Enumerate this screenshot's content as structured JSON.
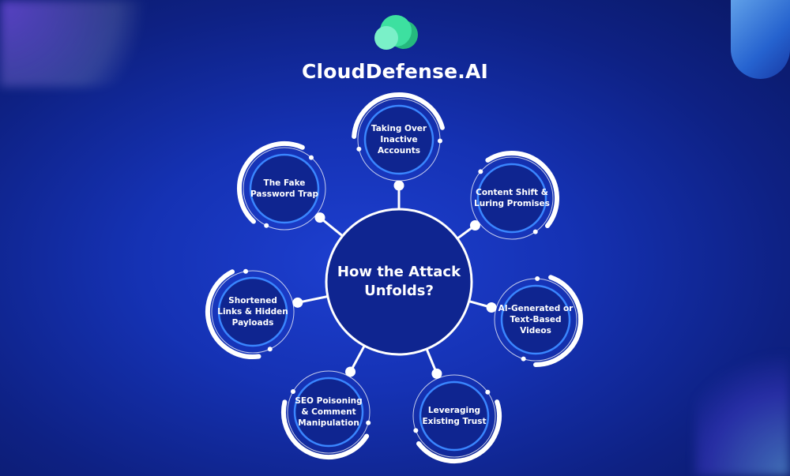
{
  "brand": {
    "name": "CloudDefense.AI",
    "logo_icon": "cloud-icon",
    "logo_colors": [
      "#3de0a0",
      "#2cc98a",
      "#7af0c8"
    ]
  },
  "diagram": {
    "center": "How the Attack Unfolds?",
    "nodes": [
      {
        "label": "Taking Over Inactive Accounts"
      },
      {
        "label": "Content Shift & Luring Promises"
      },
      {
        "label": "AI-Generated or Text-Based Videos"
      },
      {
        "label": "Leveraging Existing Trust"
      },
      {
        "label": "SEO Poisoning & Comment Manipulation"
      },
      {
        "label": "Shortened Links & Hidden Payloads"
      },
      {
        "label": "The Fake Password Trap"
      }
    ]
  }
}
